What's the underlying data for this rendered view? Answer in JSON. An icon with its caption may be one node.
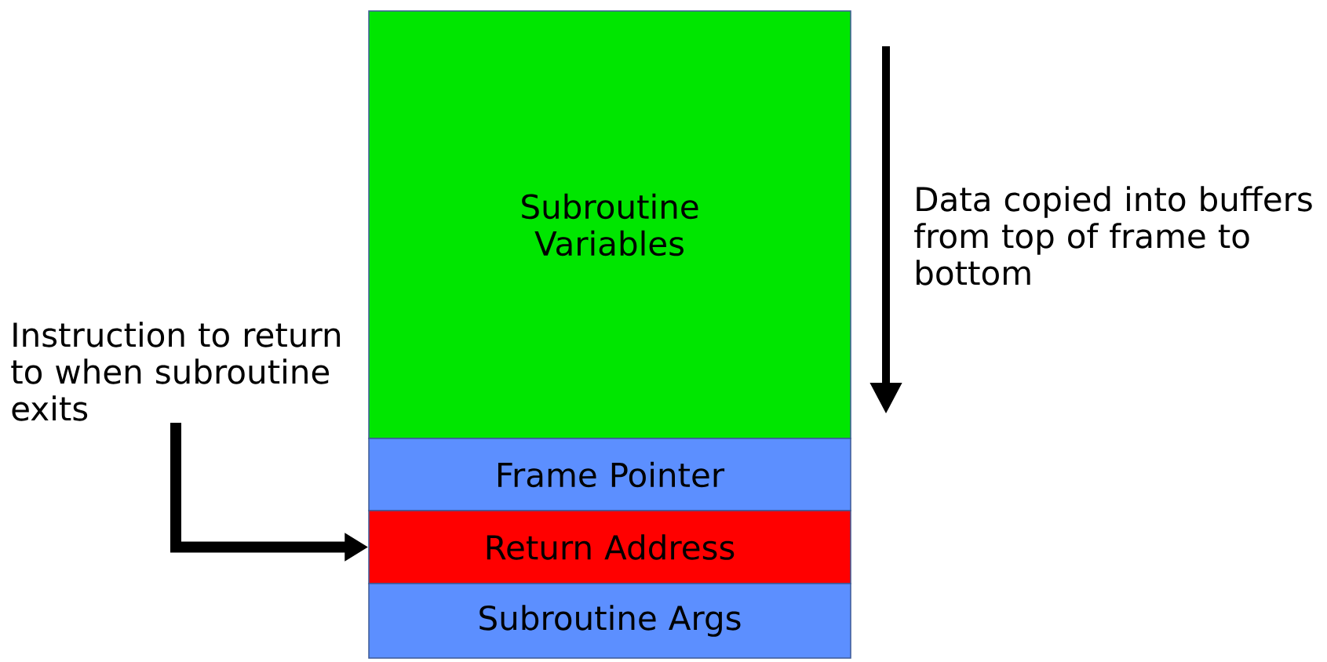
{
  "diagram": {
    "nodes": [
      {
        "text": [
          "Subroutine Variables"
        ]
      },
      {
        "text": [
          "Frame Pointer"
        ]
      },
      {
        "text": [
          "Return Address"
        ]
      },
      {
        "text": [
          "Subroutine Args"
        ]
      },
      {
        "text": [
          "Instruction to return to when subroutine exits"
        ]
      }
    ],
    "edges": [
      {
        "from": 4,
        "to": 2,
        "arrow": "to"
      }
    ],
    "labels": [
      "Data copied into buffers from top of frame to bottom"
    ]
  }
}
